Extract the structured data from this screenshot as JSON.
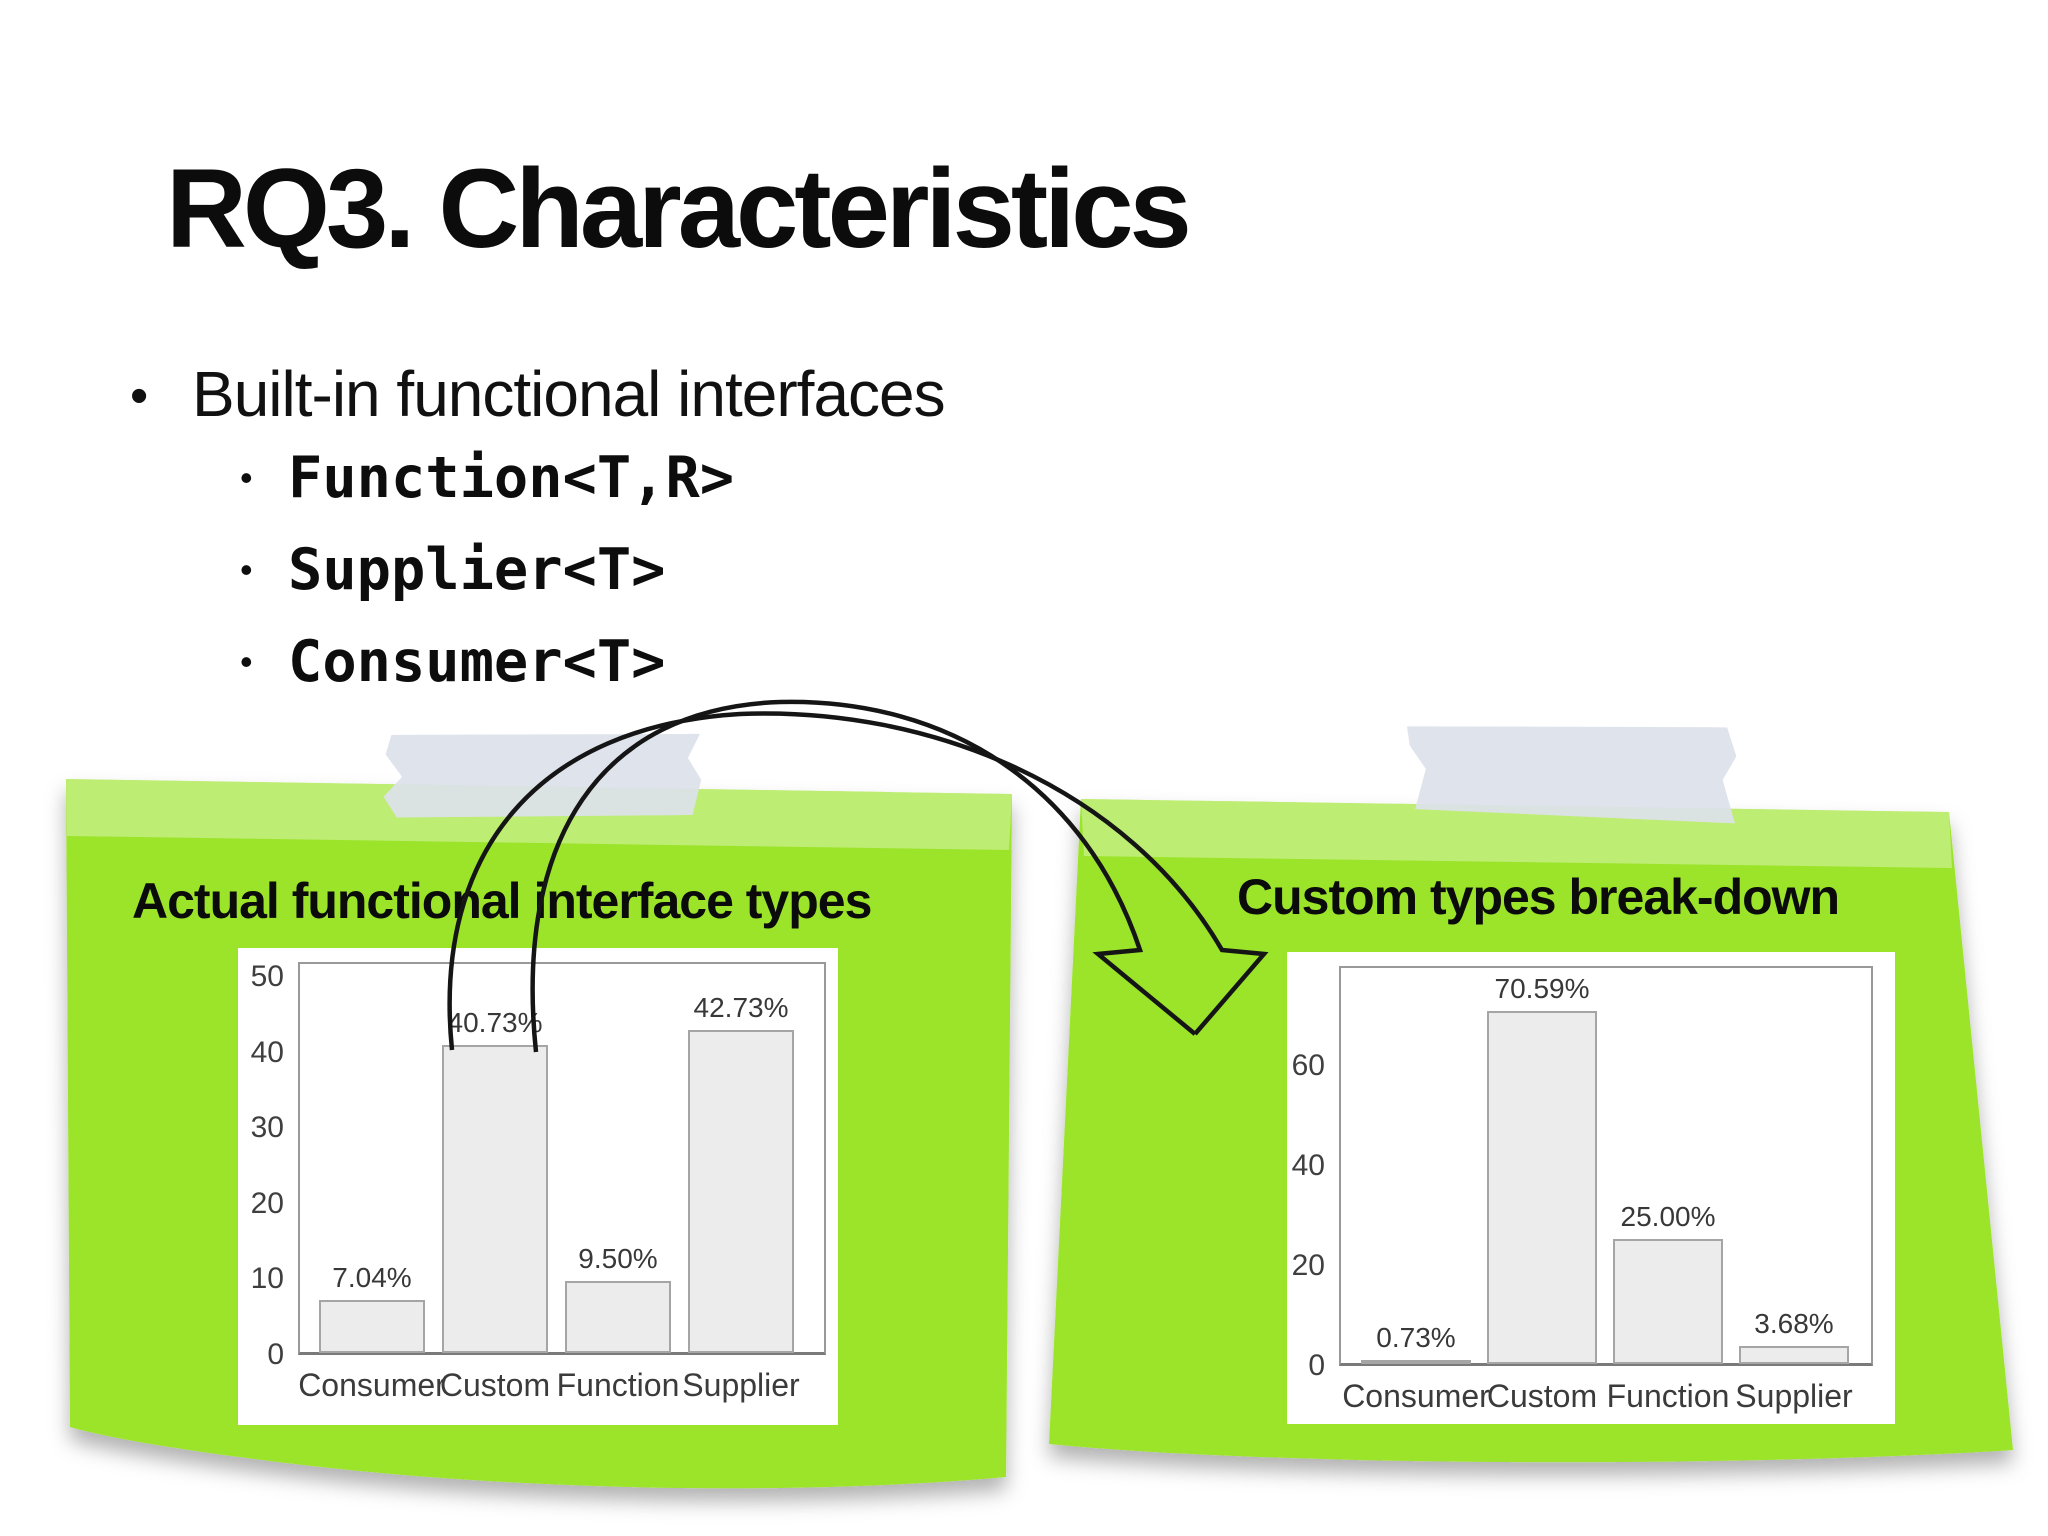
{
  "slide": {
    "title": "RQ3. Characteristics",
    "bullet_glyph": "•",
    "main_bullet": "Built-in functional interfaces",
    "code_items": [
      "Function<T,R>",
      "Supplier<T>",
      "Consumer<T>"
    ]
  },
  "sticky_notes": [
    {
      "title": "Actual functional interface types"
    },
    {
      "title": "Custom types break-down"
    }
  ],
  "icons": {
    "arrow": "curved-arrow-from-custom-bar-to-breakdown-chart",
    "tape": "adhesive-tape"
  },
  "chart_data": [
    {
      "type": "bar",
      "title": "Actual functional interface types",
      "categories": [
        "Consumer",
        "Custom",
        "Function",
        "Supplier"
      ],
      "values": [
        7.04,
        40.73,
        9.5,
        42.73
      ],
      "value_labels": [
        "7.04%",
        "40.73%",
        "9.50%",
        "42.73%"
      ],
      "yticks": [
        0,
        10,
        20,
        30,
        40,
        50
      ],
      "ylim": [
        0,
        52
      ],
      "xlabel": "",
      "ylabel": "",
      "grid": false,
      "legend_position": "none",
      "bar_fill": "#ECECEC",
      "bar_border": "#A5A5A5"
    },
    {
      "type": "bar",
      "title": "Custom types break-down",
      "categories": [
        "Consumer",
        "Custom",
        "Function",
        "Supplier"
      ],
      "values": [
        0.73,
        70.59,
        25.0,
        3.68
      ],
      "value_labels": [
        "0.73%",
        "70.59%",
        "25.00%",
        "3.68%"
      ],
      "yticks": [
        0,
        20,
        40,
        60
      ],
      "ylim": [
        0,
        80
      ],
      "xlabel": "",
      "ylabel": "",
      "grid": false,
      "legend_position": "none",
      "bar_fill": "#ECECEC",
      "bar_border": "#A5A5A5"
    }
  ],
  "colors": {
    "note_green": "#9BE42C",
    "tape_gray": "#DDE1EB",
    "plot_border": "#999999",
    "axis_gray": "#7A7A7A",
    "chart_text": "#3B3B3B",
    "arrow_black": "#151515",
    "title_black": "#0C0C0C"
  }
}
